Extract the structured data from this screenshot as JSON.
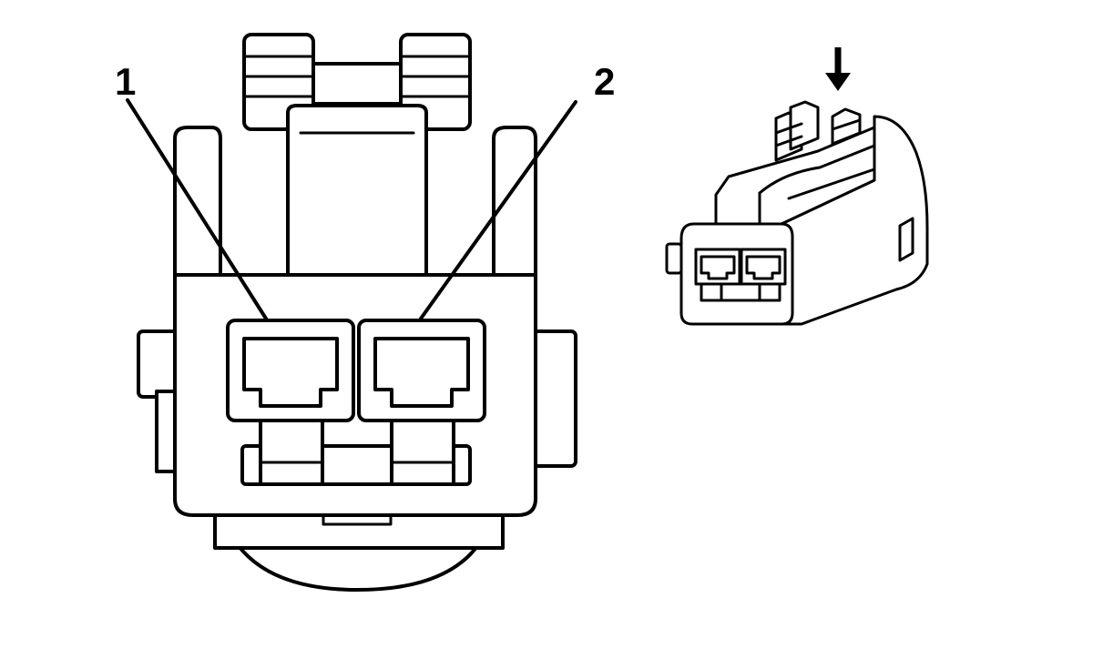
{
  "diagram": {
    "pin_labels": [
      {
        "id": "1",
        "text": "1"
      },
      {
        "id": "2",
        "text": "2"
      }
    ],
    "views": [
      "front-face-view",
      "isometric-view"
    ],
    "indicator": "insertion-direction-arrow-icon",
    "line_color": "#000000",
    "background": "#ffffff"
  }
}
